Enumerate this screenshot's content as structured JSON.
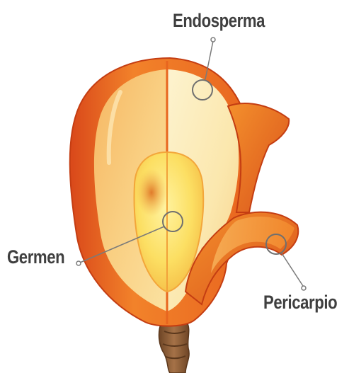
{
  "labels": {
    "endosperm": "Endosperma",
    "germ": "Germen",
    "pericarp": "Pericarpio"
  },
  "colors": {
    "pericarp_outer": "#e0541b",
    "pericarp_mid": "#f07a24",
    "endosperm_light": "#fbe6a4",
    "endosperm_pale": "#fdf0c6",
    "germ_yellow": "#fce06a",
    "germ_orange": "#e9922e",
    "stem": "#8a5a33",
    "leader_line": "#7a7a7a",
    "label_text": "#3f3f3f"
  }
}
